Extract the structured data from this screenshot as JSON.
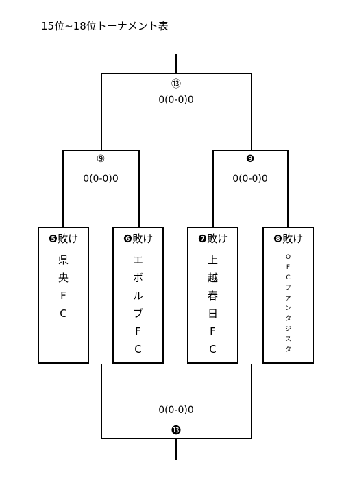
{
  "title": "15位~18位トーナメント表",
  "matches": {
    "top_final": {
      "number": "⑬",
      "score": "0(0-0)0"
    },
    "left_semi": {
      "number": "⑨",
      "score": "0(0-0)0"
    },
    "right_semi": {
      "number": "❾",
      "score": "0(0-0)0"
    },
    "bottom_final": {
      "number": "⓭",
      "score": "0(0-0)0"
    }
  },
  "teams": [
    {
      "header": "❺敗け",
      "name": [
        "県",
        "央",
        "F",
        "C"
      ]
    },
    {
      "header": "❻敗け",
      "name": [
        "エ",
        "ボ",
        "ル",
        "ブ",
        "F",
        "C"
      ]
    },
    {
      "header": "❼敗け",
      "name": [
        "上",
        "越",
        "春",
        "日",
        "F",
        "C"
      ]
    },
    {
      "header": "❽敗け",
      "name": [
        "O",
        "F",
        "C",
        "フ",
        "ァ",
        "ン",
        "タ",
        "ジ",
        "ス",
        "タ"
      ]
    }
  ]
}
